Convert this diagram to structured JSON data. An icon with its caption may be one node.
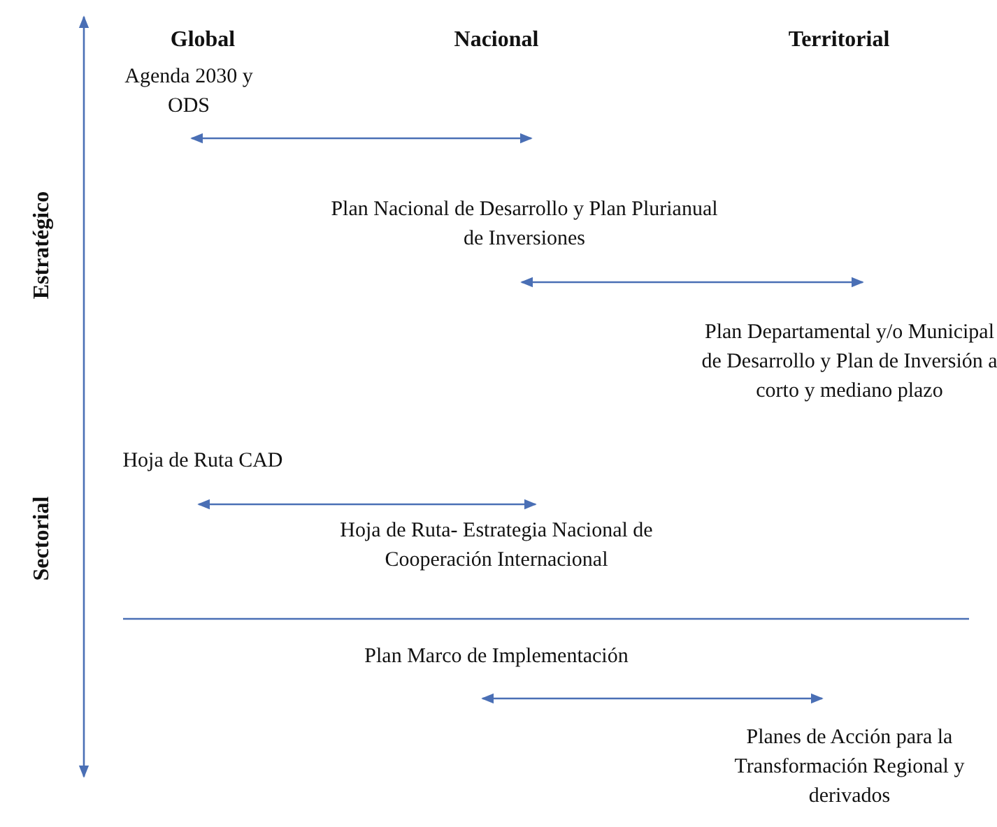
{
  "diagram": {
    "labels": [
      "Global",
      "Nacional",
      "Territorial",
      "Agenda 2030 y ODS",
      "Estratégico",
      "Plan Nacional de Desarrollo y Plan Plurianual de Inversiones",
      "Plan Departamental y/o Municipal de Desarrollo y Plan de Inversión a corto y mediano plazo",
      "Hoja de Ruta CAD",
      "Sectorial",
      "Hoja de Ruta- Estrategia Nacional de Cooperación Internacional",
      "Plan Marco de Implementación",
      "Planes de Acción para la Transformación Regional y derivados"
    ]
  }
}
